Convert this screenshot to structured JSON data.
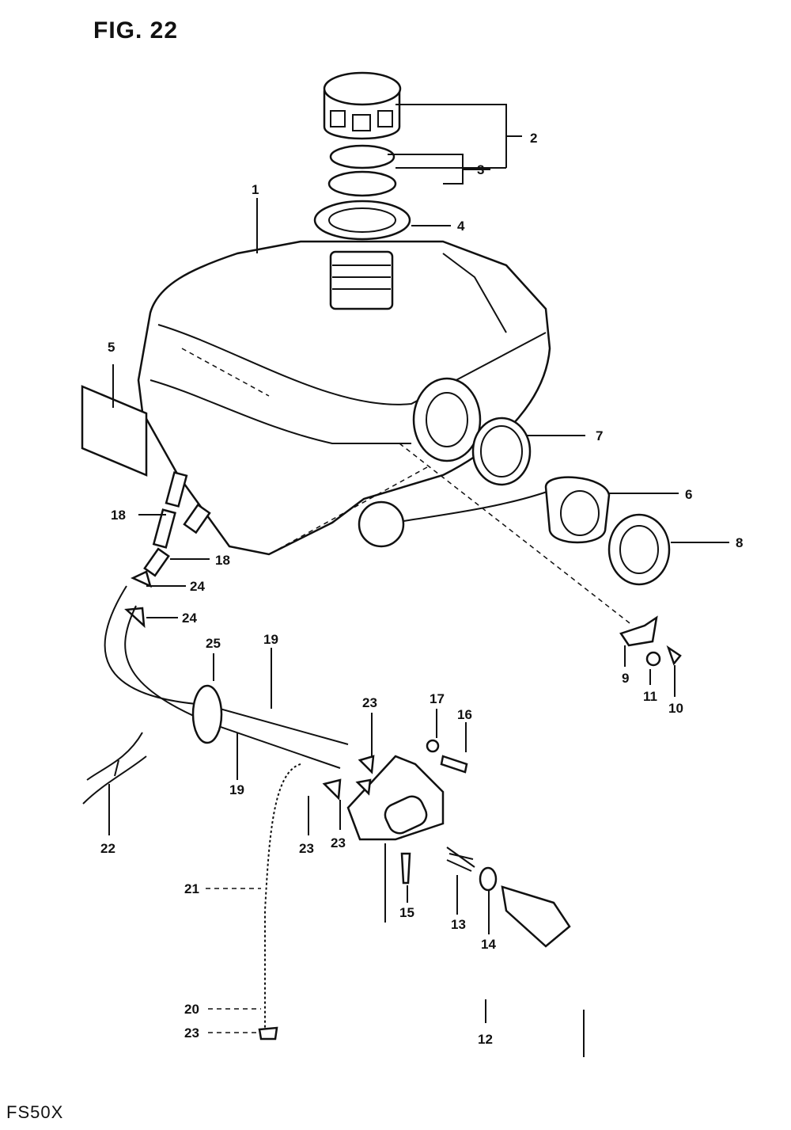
{
  "figure": {
    "title": "FIG. 22",
    "model": "FS50X"
  },
  "callouts": [
    {
      "num": "1"
    },
    {
      "num": "2"
    },
    {
      "num": "3"
    },
    {
      "num": "4"
    },
    {
      "num": "5"
    },
    {
      "num": "6"
    },
    {
      "num": "7"
    },
    {
      "num": "8"
    },
    {
      "num": "9"
    },
    {
      "num": "10"
    },
    {
      "num": "11"
    },
    {
      "num": "12"
    },
    {
      "num": "13"
    },
    {
      "num": "14"
    },
    {
      "num": "15"
    },
    {
      "num": "16"
    },
    {
      "num": "17"
    },
    {
      "num": "18"
    },
    {
      "num": "18"
    },
    {
      "num": "19"
    },
    {
      "num": "19"
    },
    {
      "num": "20"
    },
    {
      "num": "21"
    },
    {
      "num": "22"
    },
    {
      "num": "23"
    },
    {
      "num": "23"
    },
    {
      "num": "23"
    },
    {
      "num": "23"
    },
    {
      "num": "24"
    },
    {
      "num": "24"
    },
    {
      "num": "25"
    }
  ]
}
